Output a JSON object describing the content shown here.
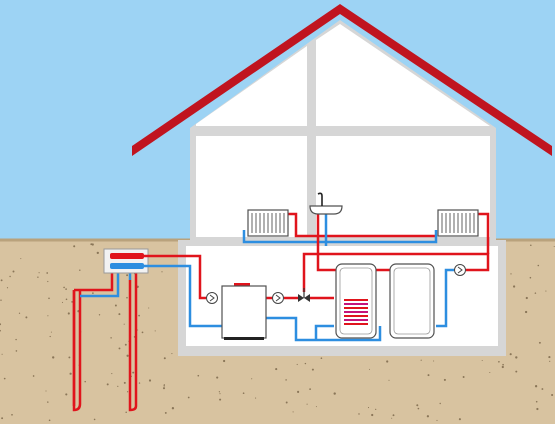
{
  "colors": {
    "sky": "#9dd3f4",
    "ground": "#d8c3a0",
    "ground_specks": "#8a7658",
    "roof": "#c0141f",
    "wall": "#d6d6d6",
    "room_fill": "#ffffff",
    "hot_pipe": "#e0141c",
    "cold_pipe": "#2d8ee0",
    "equipment": "#ffffff",
    "equipment_outline": "#505050"
  },
  "components": [
    {
      "id": "ground-loop-probes",
      "icon": "geothermal-probe-icon"
    },
    {
      "id": "manifold",
      "icon": "manifold-icon"
    },
    {
      "id": "heat-pump",
      "icon": "heat-pump-icon"
    },
    {
      "id": "hot-water-tank",
      "icon": "water-tank-icon"
    },
    {
      "id": "buffer-tank",
      "icon": "buffer-tank-icon"
    },
    {
      "id": "radiators",
      "icon": "radiator-icon"
    },
    {
      "id": "sink",
      "icon": "faucet-icon"
    },
    {
      "id": "circulation-pumps",
      "icon": "circulation-pump-icon"
    },
    {
      "id": "mixing-valve",
      "icon": "valve-icon"
    }
  ]
}
